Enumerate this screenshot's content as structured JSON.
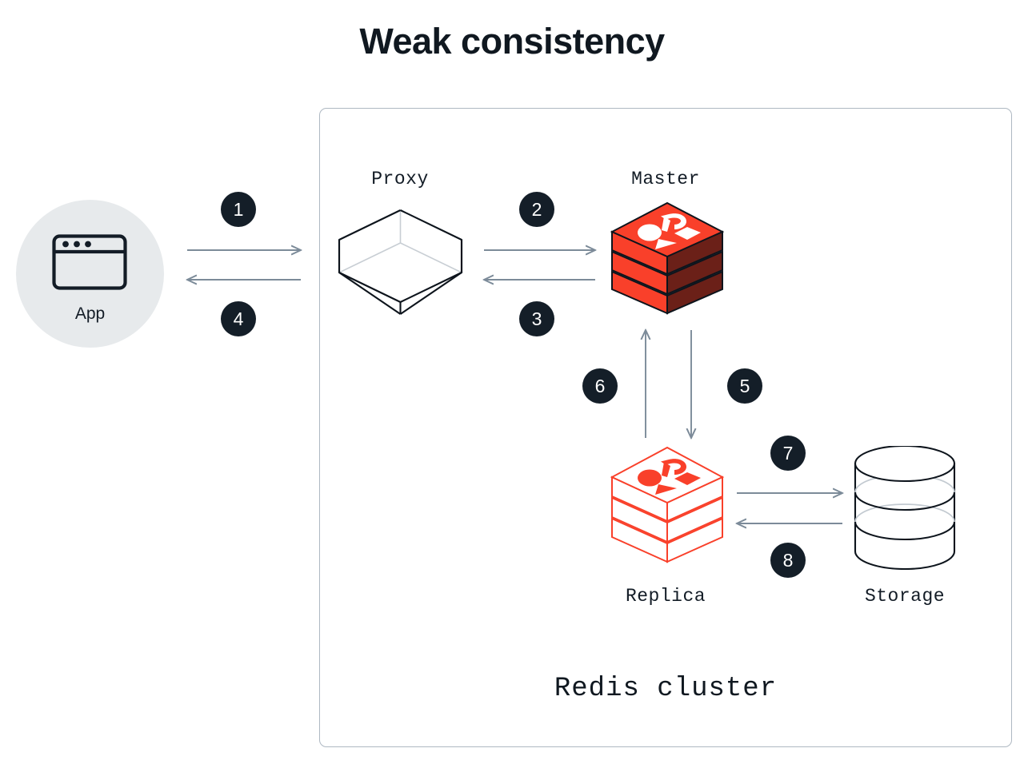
{
  "title": "Weak consistency",
  "colors": {
    "ink": "#101820",
    "badge_bg": "#141e28",
    "badge_text": "#ffffff",
    "arrow": "#7c8b99",
    "redis_red": "#f9402a",
    "redis_red_dark": "#6b2018",
    "cluster_border": "#aeb8c2",
    "app_circle_bg": "#e7eaec",
    "background": "#ffffff"
  },
  "cluster": {
    "label": "Redis cluster"
  },
  "nodes": {
    "app": {
      "label": "App",
      "icon": "browser-window-icon"
    },
    "proxy": {
      "label": "Proxy",
      "icon": "isometric-open-box-icon"
    },
    "master": {
      "label": "Master",
      "icon": "redis-cube-filled-icon"
    },
    "replica": {
      "label": "Replica",
      "icon": "redis-cube-outline-icon"
    },
    "storage": {
      "label": "Storage",
      "icon": "database-cylinder-icon"
    }
  },
  "steps": [
    {
      "number": "1",
      "from": "app",
      "to": "proxy",
      "direction": "right"
    },
    {
      "number": "2",
      "from": "proxy",
      "to": "master",
      "direction": "right"
    },
    {
      "number": "3",
      "from": "master",
      "to": "proxy",
      "direction": "left"
    },
    {
      "number": "4",
      "from": "proxy",
      "to": "app",
      "direction": "left"
    },
    {
      "number": "5",
      "from": "master",
      "to": "replica",
      "direction": "down"
    },
    {
      "number": "6",
      "from": "replica",
      "to": "master",
      "direction": "up"
    },
    {
      "number": "7",
      "from": "replica",
      "to": "storage",
      "direction": "right"
    },
    {
      "number": "8",
      "from": "storage",
      "to": "replica",
      "direction": "left"
    }
  ]
}
